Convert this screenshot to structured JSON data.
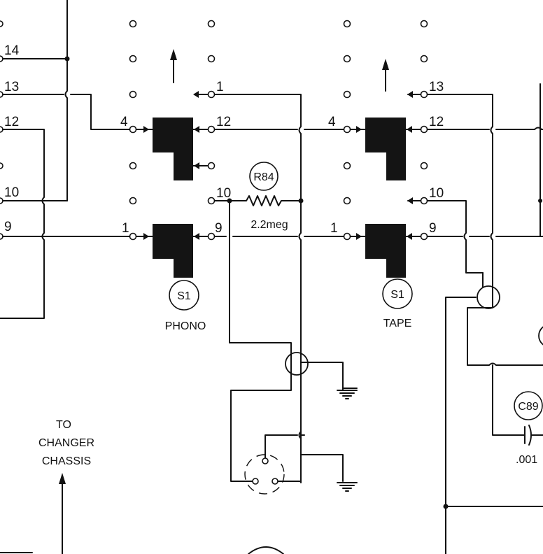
{
  "switches": {
    "phono": {
      "designator": "S1",
      "caption": "PHONO",
      "terminals": [
        "14",
        "13",
        "12",
        "10",
        "9",
        "4",
        "1",
        "12",
        "1",
        "10",
        "9"
      ]
    },
    "tape": {
      "designator": "S1",
      "caption": "TAPE",
      "terminals": [
        "4",
        "12",
        "13",
        "1",
        "10",
        "9"
      ]
    }
  },
  "resistor": {
    "designator": "R84",
    "value": "2.2meg"
  },
  "capacitor": {
    "designator": "C89",
    "value": ".001"
  },
  "note": {
    "line1": "TO",
    "line2": "CHANGER",
    "line3": "CHASSIS"
  },
  "pins": {
    "left_14": "14",
    "left_13": "13",
    "left_12": "12",
    "left_10": "10",
    "left_9": "9",
    "phono_4": "4",
    "phono_1_in": "1",
    "phono_1_out": "1",
    "phono_12": "12",
    "phono_10": "10",
    "phono_9": "9",
    "tape_4": "4",
    "tape_1_in": "1",
    "tape_13": "13",
    "tape_12": "12",
    "tape_10": "10",
    "tape_9": "9"
  },
  "colors": {
    "ink": "#111111",
    "paper": "#ffffff"
  }
}
